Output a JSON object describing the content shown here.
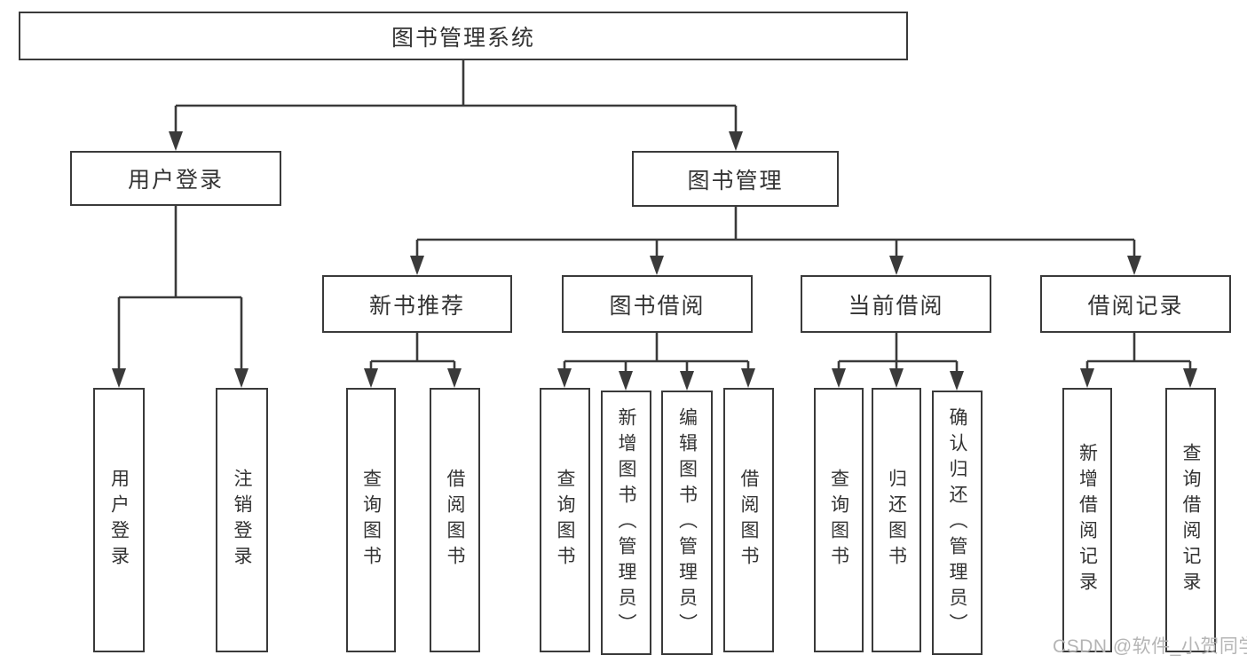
{
  "diagram_title": "图书管理系统",
  "tree": {
    "label": "图书管理系统",
    "children": [
      {
        "label": "用户登录",
        "children": [
          {
            "label": "用户登录"
          },
          {
            "label": "注销登录"
          }
        ]
      },
      {
        "label": "图书管理",
        "children": [
          {
            "label": "新书推荐",
            "children": [
              {
                "label": "查询图书"
              },
              {
                "label": "借阅图书"
              }
            ]
          },
          {
            "label": "图书借阅",
            "children": [
              {
                "label": "查询图书"
              },
              {
                "label": "新增图书（管理员）"
              },
              {
                "label": "编辑图书（管理员）"
              },
              {
                "label": "借阅图书"
              }
            ]
          },
          {
            "label": "当前借阅",
            "children": [
              {
                "label": "查询图书"
              },
              {
                "label": "归还图书"
              },
              {
                "label": "确认归还（管理员）"
              }
            ]
          },
          {
            "label": "借阅记录",
            "children": [
              {
                "label": "新增借阅记录"
              },
              {
                "label": "查询借阅记录"
              }
            ]
          }
        ]
      }
    ]
  },
  "watermark": {
    "text": "CSDN @软件_小贺同学"
  },
  "colors": {
    "line": "#3a3a3a",
    "text": "#333333",
    "watermark": "#b5b5b5",
    "background": "#ffffff"
  }
}
